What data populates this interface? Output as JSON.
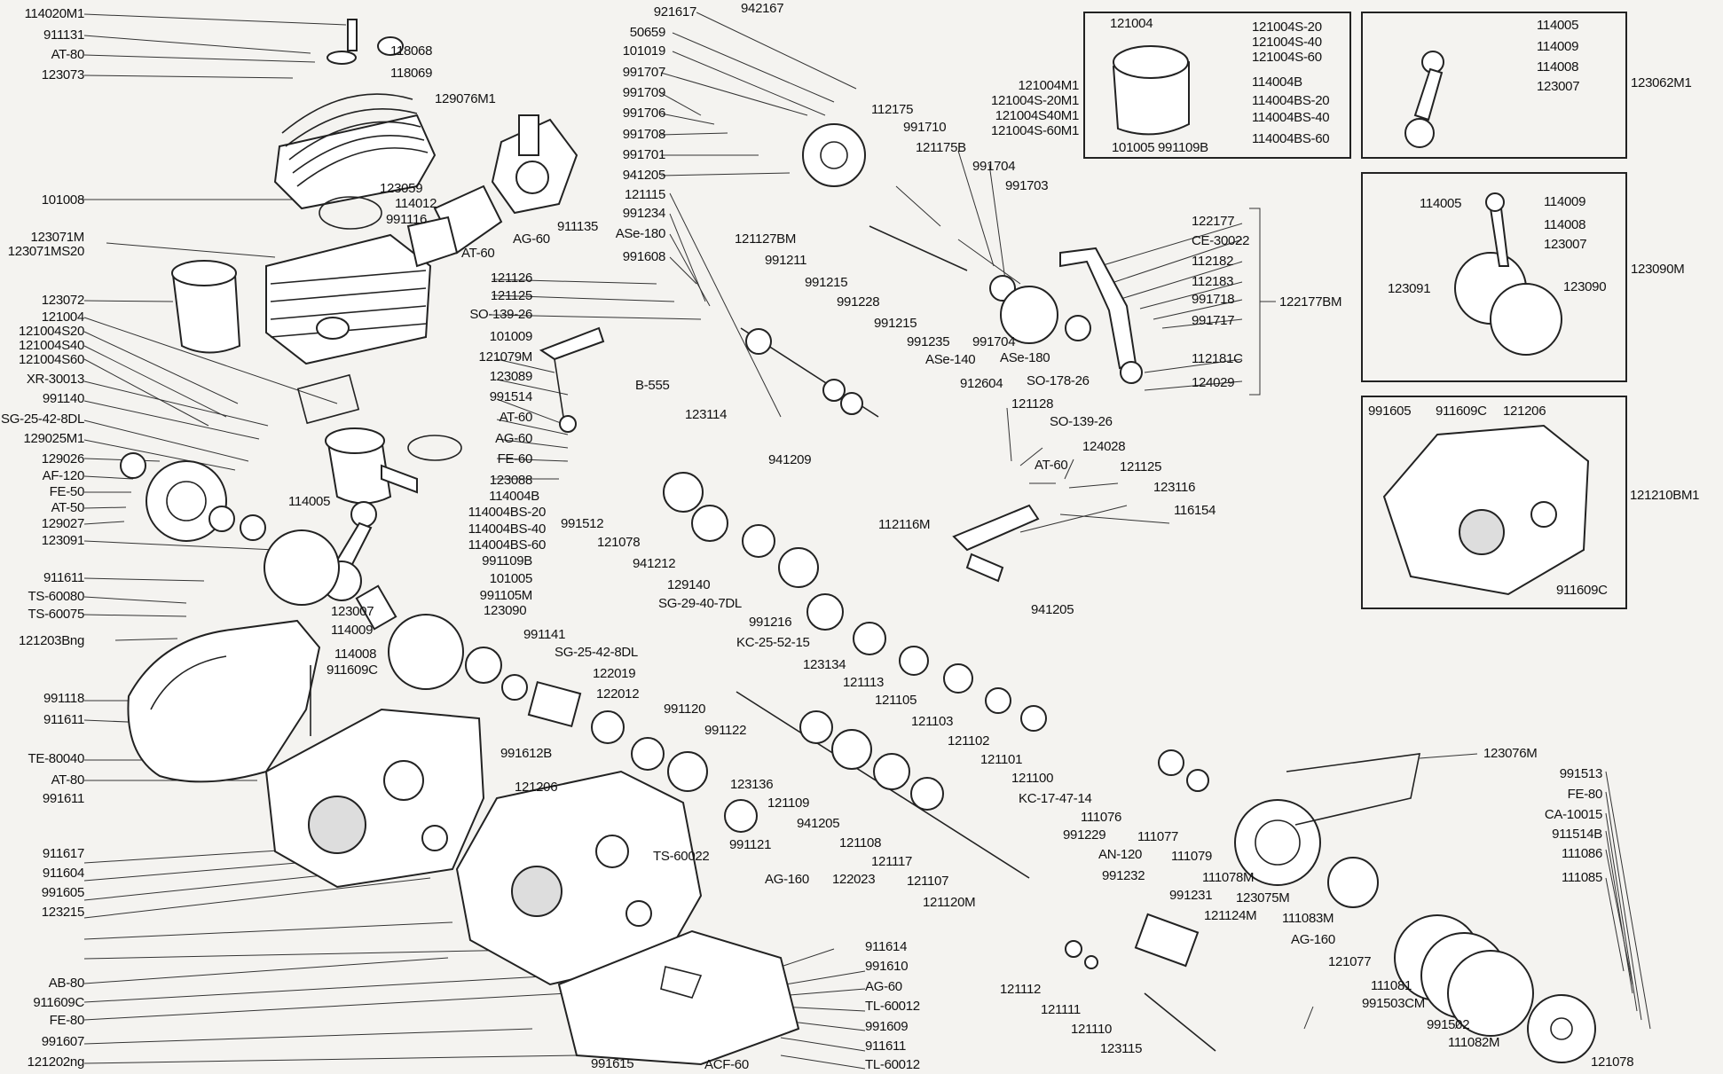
{
  "left_labels": [
    "114020M1",
    "911131",
    "AT-80",
    "123073",
    "101008",
    "123071M",
    "123071MS20",
    "123072",
    "121004",
    "121004S20",
    "121004S40",
    "121004S60",
    "XR-30013",
    "991140",
    "SG-25-42-8DL",
    "129025M1",
    "129026",
    "AF-120",
    "FE-50",
    "AT-50",
    "129027",
    "123091",
    "911611",
    "TS-60080",
    "TS-60075",
    "121203Bng",
    "991118",
    "911611",
    "TE-80040",
    "AT-80",
    "991611",
    "911617",
    "911604",
    "991605",
    "123215",
    "AB-80",
    "911609C",
    "FE-80",
    "991607",
    "121202ng"
  ],
  "labels": {
    "l_118068": "118068",
    "l_118069": "118069",
    "l_129076M1": "129076M1",
    "l_123059": "123059",
    "l_114012": "114012",
    "l_991116": "991116",
    "l_AT60a": "AT-60",
    "l_AG60a": "AG-60",
    "l_911135": "911135",
    "l_101009": "101009",
    "l_121079M": "121079M",
    "l_123089": "123089",
    "l_991514": "991514",
    "l_AT60b": "AT-60",
    "l_AG60b": "AG-60",
    "l_FE60": "FE-60",
    "l_123088": "123088",
    "l_114004B": "114004B",
    "l_114004BS20": "114004BS-20",
    "l_114004BS40": "114004BS-40",
    "l_114004BS60": "114004BS-60",
    "l_991109B": "991109B",
    "l_101005": "101005",
    "l_991105M": "991105M",
    "l_114005": "114005",
    "l_123007": "123007",
    "l_114009": "114009",
    "l_114008": "114008",
    "l_911609C": "911609C",
    "l_123090": "123090",
    "l_B555": "B-555",
    "l_123114": "123114",
    "l_991512": "991512",
    "l_121078a": "121078",
    "l_941212": "941212",
    "l_129140": "129140",
    "l_SG29407DL": "SG-29-40-7DL",
    "l_941209": "941209",
    "l_991216": "991216",
    "l_KC255215": "KC-25-52-15",
    "l_991141": "991141",
    "l_SG25428DL": "SG-25-42-8DL",
    "l_122019": "122019",
    "l_122012": "122012",
    "l_991120": "991120",
    "l_991122": "991122",
    "l_991612B": "991612B",
    "l_121206": "121206",
    "l_TS60022": "TS-60022",
    "l_123136": "123136",
    "l_991121": "991121",
    "l_AG160a": "AG-160",
    "l_122023": "122023",
    "l_921617": "921617",
    "l_50659": "50659",
    "l_101019": "101019",
    "l_991707": "991707",
    "l_991709": "991709",
    "l_991706": "991706",
    "l_991708": "991708",
    "l_991701": "991701",
    "l_941205a": "941205",
    "l_121115": "121115",
    "l_991234": "991234",
    "l_ASe180a": "ASe-180",
    "l_991608": "991608",
    "l_121126": "121126",
    "l_121125a": "121125",
    "l_SO13926a": "SO-139-26",
    "l_942167": "942167",
    "l_112175": "112175",
    "l_991710": "991710",
    "l_121175B": "121175B",
    "l_121127BM": "121127BM",
    "l_991211": "991211",
    "l_991215a": "991215",
    "l_991228": "991228",
    "l_991215b": "991215",
    "l_991235": "991235",
    "l_ASe140": "ASe-140",
    "l_912604": "912604",
    "l_991704a": "991704",
    "l_991703": "991703",
    "l_991704b": "991704",
    "l_ASe180b": "ASe-180",
    "l_SO17826": "SO-178-26",
    "l_121128": "121128",
    "l_SO13926b": "SO-139-26",
    "l_124028": "124028",
    "l_AT60c": "AT-60",
    "l_121125b": "121125",
    "l_123116": "123116",
    "l_116154": "116154",
    "l_122177": "122177",
    "l_CE30022": "CE-30022",
    "l_112182": "112182",
    "l_112183": "112183",
    "l_991718": "991718",
    "l_991717": "991717",
    "l_112181C": "112181C",
    "l_124029": "124029",
    "l_122177BM": "122177BM",
    "l_112116M": "112116M",
    "l_941205b": "941205",
    "l_123134": "123134",
    "l_121113": "121113",
    "l_121105": "121105",
    "l_121103": "121103",
    "l_121102": "121102",
    "l_121101": "121101",
    "l_121100": "121100",
    "l_KC174714": "KC-17-47-14",
    "l_121109": "121109",
    "l_941205c": "941205",
    "l_121108": "121108",
    "l_121117": "121117",
    "l_121107": "121107",
    "l_121120M": "121120M",
    "l_111076": "111076",
    "l_111077": "111077",
    "l_111079": "111079",
    "l_991229": "991229",
    "l_AN120": "AN-120",
    "l_991232": "991232",
    "l_991231": "991231",
    "l_121124M": "121124M",
    "l_111078M": "111078M",
    "l_123075M": "123075M",
    "l_111083M": "111083M",
    "l_AG160b": "AG-160",
    "l_121077": "121077",
    "l_111081": "111081",
    "l_991503CM": "991503CM",
    "l_991502": "991502",
    "l_111082M": "111082M",
    "l_121078b": "121078",
    "l_121112": "121112",
    "l_121111": "121111",
    "l_121110": "121110",
    "l_123115": "123115",
    "l_911614": "911614",
    "l_991610": "991610",
    "l_AG60c": "AG-60",
    "l_TL60012a": "TL-60012",
    "l_991609": "991609",
    "l_911611b": "911611",
    "l_TL60012b": "TL-60012",
    "l_991615": "991615",
    "l_ACF60": "ACF-60",
    "l_123076M": "123076M",
    "l_991513": "991513",
    "l_FE80b": "FE-80",
    "l_CA10015": "CA-10015",
    "l_911514B": "911514B",
    "l_111086": "111086",
    "l_111085": "111085"
  },
  "box_piston": {
    "labels": {
      "b_121004": "121004",
      "b_S20": "121004S-20",
      "b_S40": "121004S-40",
      "b_S60": "121004S-60",
      "b_114004B": "114004B",
      "b_BS20": "114004BS-20",
      "b_BS40": "114004BS-40",
      "b_BS60": "114004BS-60",
      "b_M1": "121004M1",
      "b_S20M1": "121004S-20M1",
      "b_S40M1": "121004S40M1",
      "b_S60M1": "121004S-60M1",
      "b_101005": "101005",
      "b_991109B": "991109B"
    }
  },
  "box_rod": {
    "labels": {
      "r_114005": "114005",
      "r_114009": "114009",
      "r_114008": "114008",
      "r_123007": "123007",
      "r_main": "123062M1"
    }
  },
  "box_crank": {
    "labels": {
      "c_114005": "114005",
      "c_114009": "114009",
      "c_114008": "114008",
      "c_123007": "123007",
      "c_123091": "123091",
      "c_123090": "123090",
      "c_main": "123090M"
    }
  },
  "box_case": {
    "labels": {
      "k_991605": "991605",
      "k_911609Ca": "911609C",
      "k_121206": "121206",
      "k_main": "121210BM1",
      "k_911609Cb": "911609C"
    }
  }
}
